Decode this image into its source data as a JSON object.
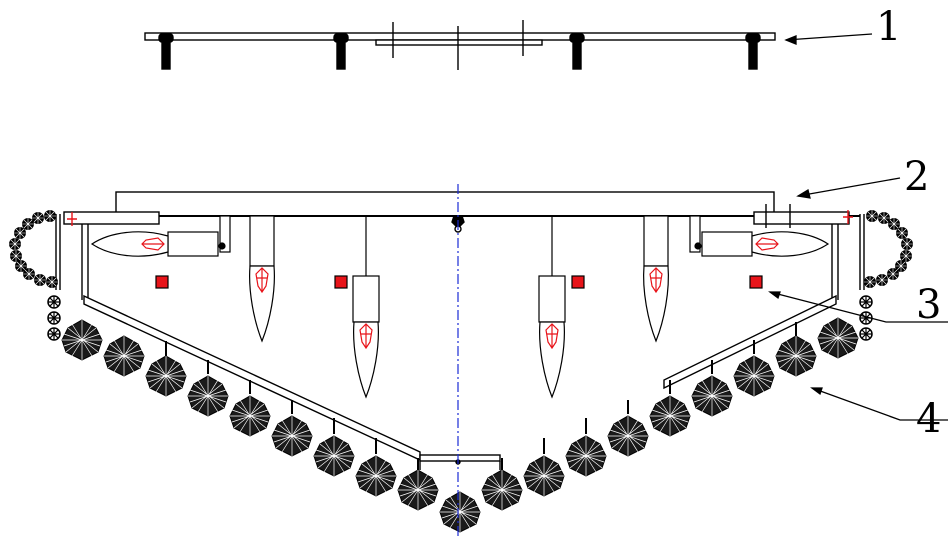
{
  "diagram": {
    "callouts": [
      {
        "label": "1",
        "refers_to": "mounting-plate"
      },
      {
        "label": "2",
        "refers_to": "canopy-frame"
      },
      {
        "label": "3",
        "refers_to": "indicator-light"
      },
      {
        "label": "4",
        "refers_to": "crystal-strand"
      }
    ],
    "colors": {
      "line": "#000000",
      "bulb_filament": "#e8141a",
      "indicator": "#e8141a",
      "centerline": "#1a2bd6"
    }
  }
}
